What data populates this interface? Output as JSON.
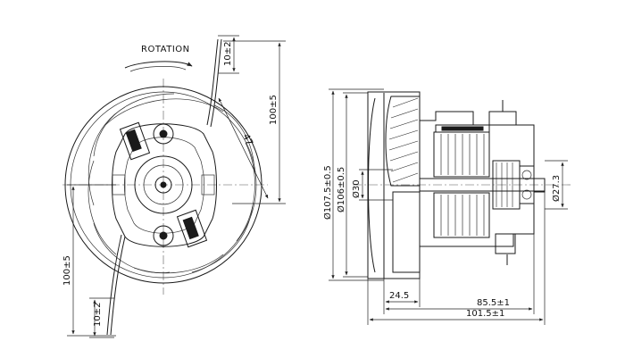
{
  "front_view": {
    "rotation_label": "ROTATION",
    "dim_lead_top": "10±2",
    "dim_lead_bottom": "10±2",
    "dim_right": "100±5",
    "dim_left": "100±5",
    "dim_diag": "47"
  },
  "side_view": {
    "dim_outer_dia": "Ø107.5±0.5",
    "dim_inner_dia": "Ø106±0.5",
    "dim_shaft_dia": "Ø30",
    "dim_hub_dia": "Ø27.3",
    "dim_fan_depth": "24.5",
    "dim_body_length": "85.5±1",
    "dim_total_length": "101.5±1"
  }
}
